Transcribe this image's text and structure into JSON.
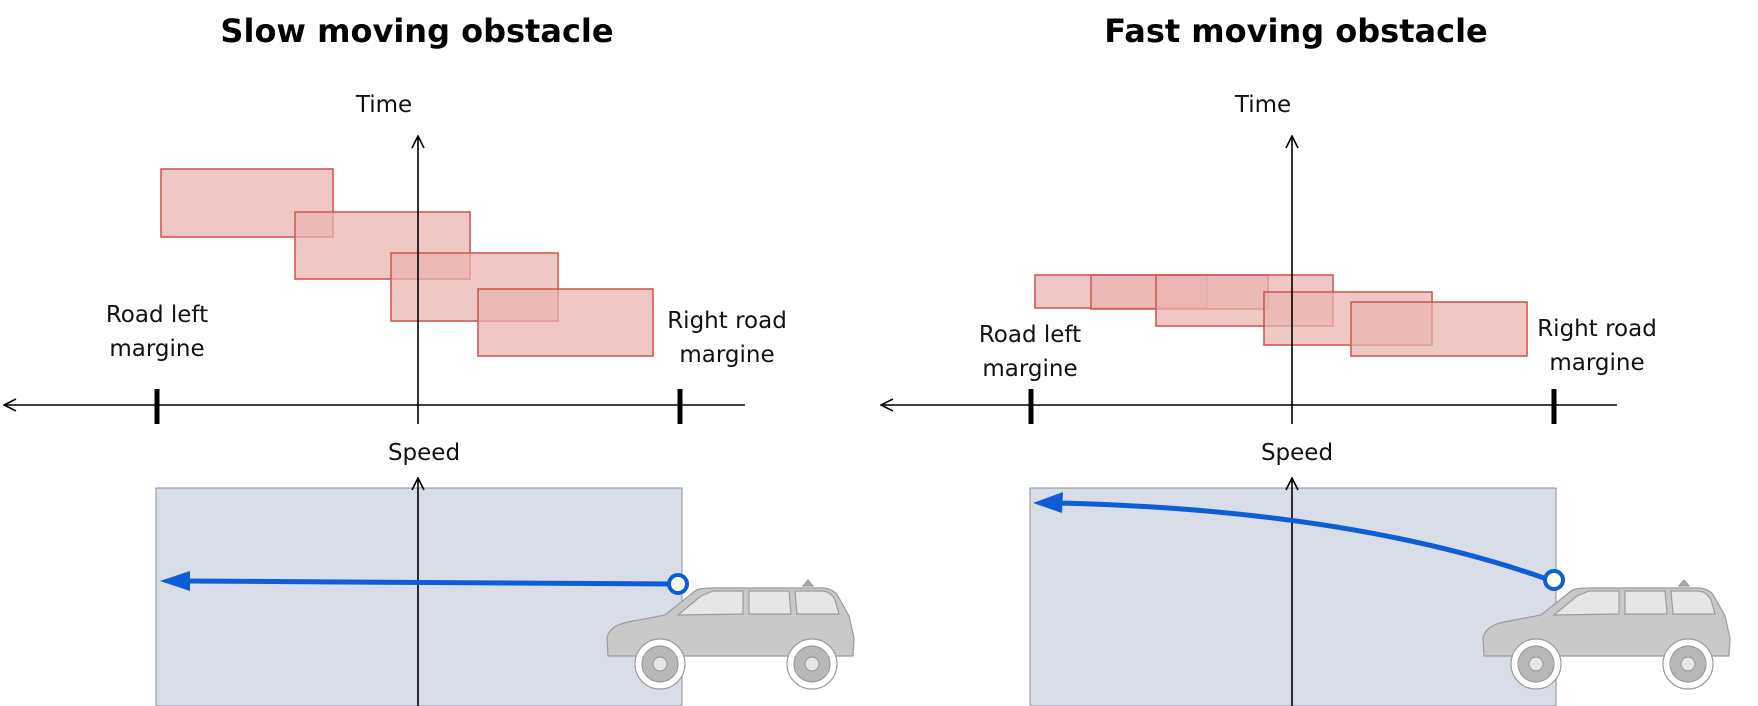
{
  "panels": [
    {
      "title": "Slow moving obstacle",
      "time_label": "Time",
      "speed_label": "Speed",
      "left_margin_label": "Road left\nmargine",
      "right_margin_label": "Right road\nmargine"
    },
    {
      "title": "Fast moving obstacle",
      "time_label": "Time",
      "speed_label": "Speed",
      "left_margin_label": "Road left\nmargine",
      "right_margin_label": "Right road\nmargine"
    }
  ],
  "colors": {
    "occupancy_fill": "#e9b3b0",
    "occupancy_stroke": "#cf5a53",
    "speed_area": "#d8dde8",
    "trajectory": "#0b5ed7",
    "axis": "#000000",
    "car": "#c8c8c8"
  }
}
